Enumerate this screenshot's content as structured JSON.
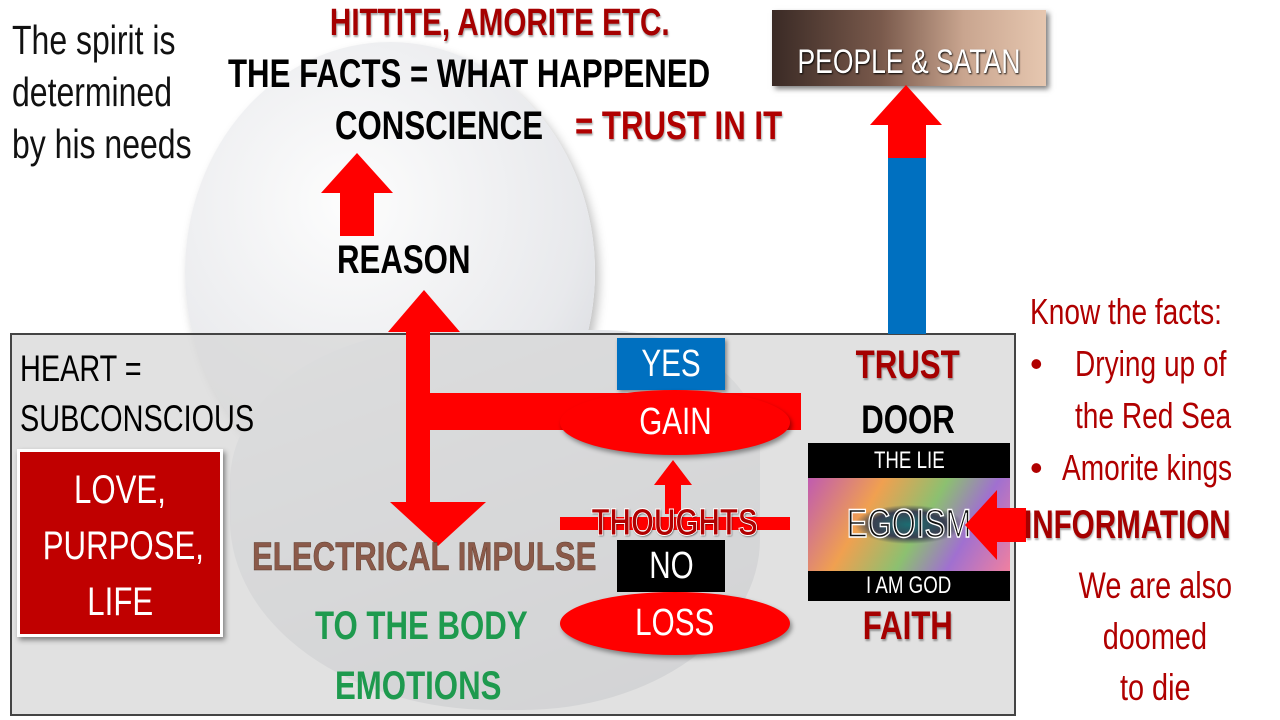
{
  "intro": [
    "The spirit is",
    "determined",
    "by his needs"
  ],
  "top": {
    "hittite": "HITTITE, AMORITE ETC.",
    "facts": "THE FACTS = WHAT HAPPENED",
    "conscience": "CONSCIENCE",
    "trust_in_it": "= TRUST IN IT",
    "reason": "REASON"
  },
  "people": "PEOPLE & SATAN",
  "heart": {
    "line1": "HEART =",
    "line2": "SUBCONSCIOUS"
  },
  "love": [
    "LOVE,",
    "PURPOSE,",
    "LIFE"
  ],
  "decision": {
    "yes": "YES",
    "gain": "GAIN",
    "thoughts": "THOUGHTS",
    "no": "NO",
    "loss": "LOSS"
  },
  "impulse": "ELECTRICAL IMPULSE",
  "body": "TO THE BODY",
  "emotions": "EMOTIONS",
  "door": {
    "trust": "TRUST",
    "door": "DOOR",
    "the_lie": "THE LIE",
    "egoism": "EGOISM",
    "i_am_god": "I AM GOD",
    "faith": "FAITH"
  },
  "information": "INFORMATION",
  "facts_list": {
    "title": "Know the facts:",
    "items": [
      "Drying up of the Red Sea",
      "Amorite kings"
    ]
  },
  "doomed": [
    "We are also",
    "doomed",
    "to die"
  ]
}
